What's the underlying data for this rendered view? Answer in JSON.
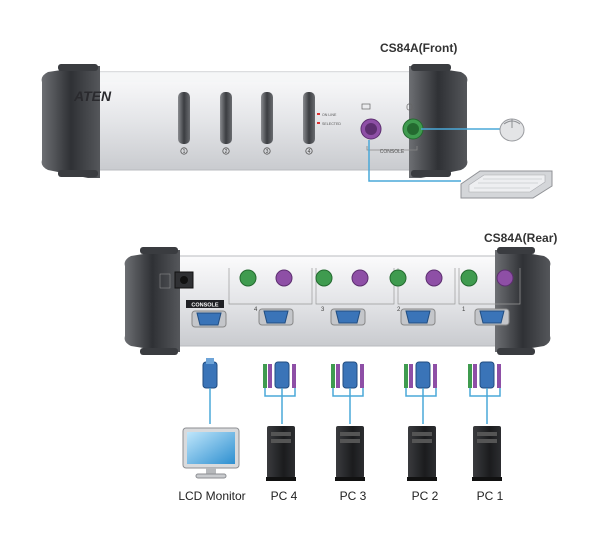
{
  "front": {
    "title": "CS84A(Front)",
    "brand": "ATEN",
    "port_numbers": [
      "1",
      "2",
      "3",
      "4"
    ],
    "led_labels": [
      "ON LINE",
      "SELECTED"
    ],
    "console_label": "CONSOLE"
  },
  "rear": {
    "title": "CS84A(Rear)",
    "console_label": "CONSOLE",
    "port_numbers": [
      "4",
      "3",
      "2",
      "1"
    ]
  },
  "devices": [
    {
      "label": "LCD Monitor",
      "type": "monitor-icon"
    },
    {
      "label": "PC 4",
      "type": "tower-pc-icon"
    },
    {
      "label": "PC 3",
      "type": "tower-pc-icon"
    },
    {
      "label": "PC 2",
      "type": "tower-pc-icon"
    },
    {
      "label": "PC 1",
      "type": "tower-pc-icon"
    }
  ],
  "colors": {
    "ps2_keyboard": "#8e4fa6",
    "ps2_mouse": "#3f9b4f",
    "vga": "#3a74b8",
    "cable": "#4aa8d8",
    "chassis": "#e9eaec",
    "end_cap": "#3a3c40"
  }
}
